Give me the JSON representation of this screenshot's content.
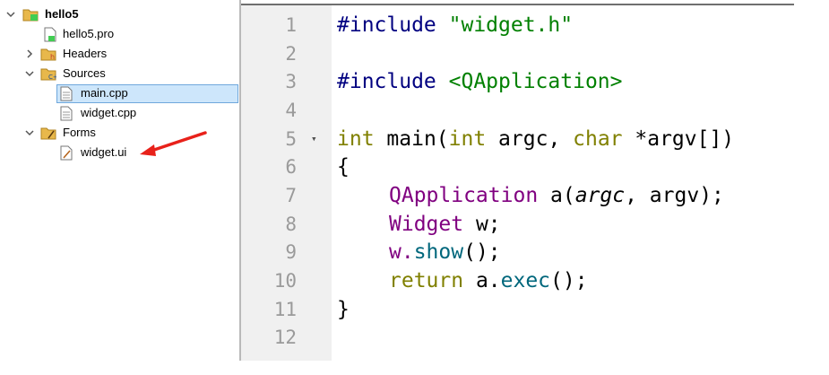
{
  "tree": {
    "project": "hello5",
    "items": [
      {
        "label": "hello5.pro",
        "icon": "pro-file-icon"
      },
      {
        "label": "Headers",
        "icon": "headers-folder-icon"
      },
      {
        "label": "Sources",
        "icon": "sources-folder-icon"
      },
      {
        "label": "main.cpp",
        "icon": "cpp-file-icon",
        "selected": true
      },
      {
        "label": "widget.cpp",
        "icon": "cpp-file-icon"
      },
      {
        "label": "Forms",
        "icon": "forms-folder-icon"
      },
      {
        "label": "widget.ui",
        "icon": "ui-file-icon"
      }
    ]
  },
  "editor": {
    "line_numbers": [
      "1",
      "2",
      "3",
      "4",
      "5",
      "6",
      "7",
      "8",
      "9",
      "10",
      "11",
      "12"
    ],
    "lines": {
      "l1": {
        "pp": "#include ",
        "str": "\"widget.h\""
      },
      "l3": {
        "pp": "#include ",
        "str": "<QApplication>"
      },
      "l5": {
        "kw1": "int",
        "sp1": " ",
        "fn": "main",
        "p1": "(",
        "kw2": "int",
        "sp2": " argc, ",
        "kw3": "char",
        "sp3": " *argv[])"
      },
      "l6": {
        "t": "{"
      },
      "l7": {
        "ty": "QApplication",
        "sp": " a(",
        "arg": "argc",
        "rest": ", argv);"
      },
      "l8": {
        "ty": "Widget",
        "rest": " w;"
      },
      "l9": {
        "obj": "w.",
        "fn": "show",
        "rest": "();"
      },
      "l10": {
        "kw": "return",
        "sp": " a.",
        "fn": "exec",
        "rest": "();"
      },
      "l11": {
        "t": "}"
      }
    },
    "fold_marker": "▾"
  },
  "colors": {
    "annotation_arrow": "#e8211a",
    "selection_bg": "#cde6fb",
    "keyword": "#808000",
    "type": "#800080",
    "string": "#008000",
    "preprocessor": "#000080"
  }
}
